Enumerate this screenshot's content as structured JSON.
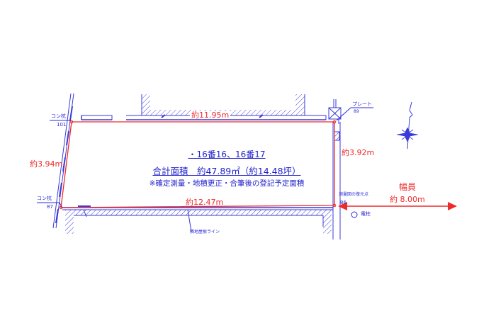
{
  "plot": {
    "title_line1": "・16番16、16番17",
    "title_line2": "合計面積　約47.89㎡（約14.48坪）",
    "note": "※確定測量・地積更正・合筆後の登記予定面積"
  },
  "dimensions": {
    "top": "約11.95m",
    "bottom": "約12.47m",
    "left": "約3.94m",
    "right": "約3.92m"
  },
  "road": {
    "label": "幅員",
    "width": "約 8.00m"
  },
  "markers": {
    "top_left": {
      "type": "コン杭",
      "number": "101"
    },
    "bottom_left": {
      "type": "コン杭",
      "number": "87"
    },
    "top_right": {
      "type": "プレート",
      "number": "89"
    },
    "bottom_right": {
      "type": "測量図の復元点",
      "number": "86"
    },
    "utility_pole": "電柱",
    "eave_line": "隣地屋根ライン"
  },
  "colors": {
    "boundary": "#ee2a2a",
    "structure": "#2a2ad8",
    "text_blue": "#2222cc"
  },
  "icons": {
    "compass": "north-arrow-icon",
    "pole": "circle-icon",
    "arrow": "double-arrow-icon"
  }
}
